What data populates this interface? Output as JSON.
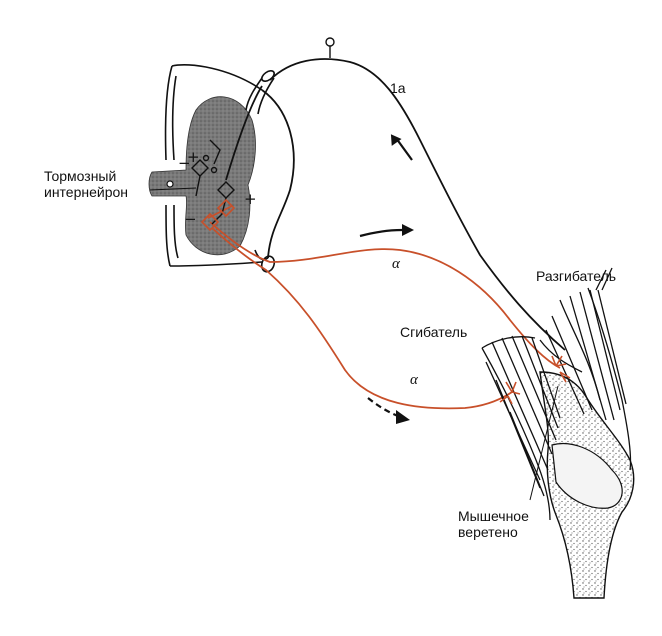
{
  "labels": {
    "inhibitory_interneuron_line1": "Тормозный",
    "inhibitory_interneuron_line2": "интернейрон",
    "fiber_1a": "1a",
    "alpha_upper": "α",
    "alpha_lower": "α",
    "extensor": "Разгибатель",
    "flexor": "Сгибатель",
    "muscle_spindle_line1": "Мышечное",
    "muscle_spindle_line2": "веретено"
  },
  "signs": {
    "plus_upper": "+",
    "plus_right": "+",
    "minus_upper": "−",
    "minus_lower": "−"
  },
  "colors": {
    "motor_fiber": "#c8502a",
    "gray_matter": "#6b6b6b",
    "outline": "#111111",
    "bone_stipple": "#555555"
  }
}
